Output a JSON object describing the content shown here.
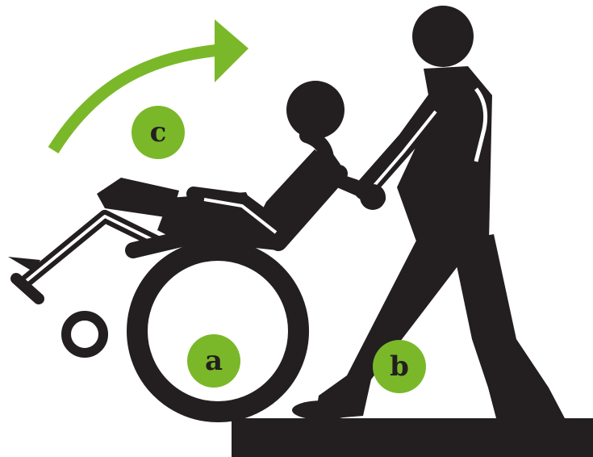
{
  "colors": {
    "figure": "#231f20",
    "accent": "#7ab829",
    "label_text": "#231f20",
    "background": "#ffffff"
  },
  "labels": {
    "a": "a",
    "b": "b",
    "c": "c"
  },
  "icons": {
    "arrow": "curved-arrow-icon",
    "wheelchair": "wheelchair-icon",
    "seated_person": "seated-person-icon",
    "standing_person": "standing-person-icon",
    "platform": "step-platform-icon"
  }
}
